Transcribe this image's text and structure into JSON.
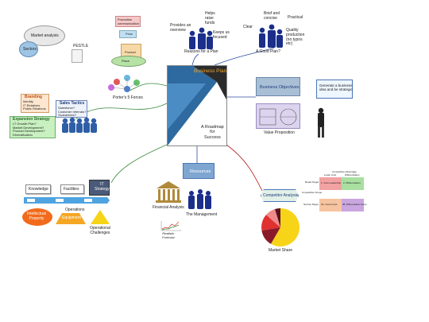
{
  "center": {
    "title": "Business Plan",
    "tagline": "A Roadmap\nfor\nSuccess"
  },
  "market": {
    "analysis": "Market analysis",
    "sectors": "Sectors",
    "pestle": "PESTLE"
  },
  "porter": {
    "promotion": "Promotion\ncommunication",
    "price": "Price",
    "product": "Product",
    "place": "Place",
    "caption": "Porter's 5 Forces"
  },
  "branding": {
    "title": "Branding",
    "items": "Identity\nIT Relations\nPublic Relations"
  },
  "sales": {
    "title": "Sales Tactics",
    "items": "Salesforce?\nCustomer referrals?\nGuarantees?"
  },
  "expansion": {
    "title": "Expansion Strategy",
    "items": "LT Growth Plan?\nMarket Development?\nProduct Development?\nDiversification"
  },
  "reasons": {
    "provides": "Provides an\noverview",
    "helps": "Helps\nraise\nfunds",
    "keeps": "Keeps us\nfocused",
    "caption": "Reasons for a Plan"
  },
  "good_plan": {
    "clear": "Clear",
    "brief": "Brief and\nconcise",
    "practical": "Practical",
    "quality": "Quality\nproduction\n(no typos\netc)",
    "caption": "A Good Plan?"
  },
  "objectives": {
    "label": "Business Objectives",
    "speech": "Generate a business\nidea and be strategic",
    "value": "Value Proposition"
  },
  "resources": {
    "label": "Resources",
    "financial": "Financial Analysis",
    "management": "The Management",
    "forecast": "Realistic\nForecast"
  },
  "operations": {
    "knowledge": "Knowledge",
    "facilities": "Facilities",
    "it": "IT\nStrategy",
    "caption": "Operations",
    "ip": "Intellectual\nProperty",
    "equipment": "Equipment",
    "challenges": "Operational\nChallenges"
  },
  "competitor": {
    "label": "Competitor Analysis",
    "matrix_title": "Competitive Advantage",
    "col1": "Lower Cost",
    "col2": "Differentiation",
    "row1": "Broad Target",
    "row2": "Competitive Scope",
    "row3": "Narrow Target",
    "c11": "1. Cost Leadership",
    "c12": "2. Differentiation",
    "c21": "3A. Cost Focus",
    "c22": "3B. Differentiation Focus",
    "share": "Market Share"
  },
  "colors": {
    "center_blue": "#2e6aa0",
    "title_orange": "#f1a72a",
    "objective_blue": "#a9bfd6",
    "ip_orange": "#f26a1b",
    "equipment_orange": "#f5a623",
    "yellow": "#f7d417",
    "green_bg": "#c8f0c0"
  }
}
